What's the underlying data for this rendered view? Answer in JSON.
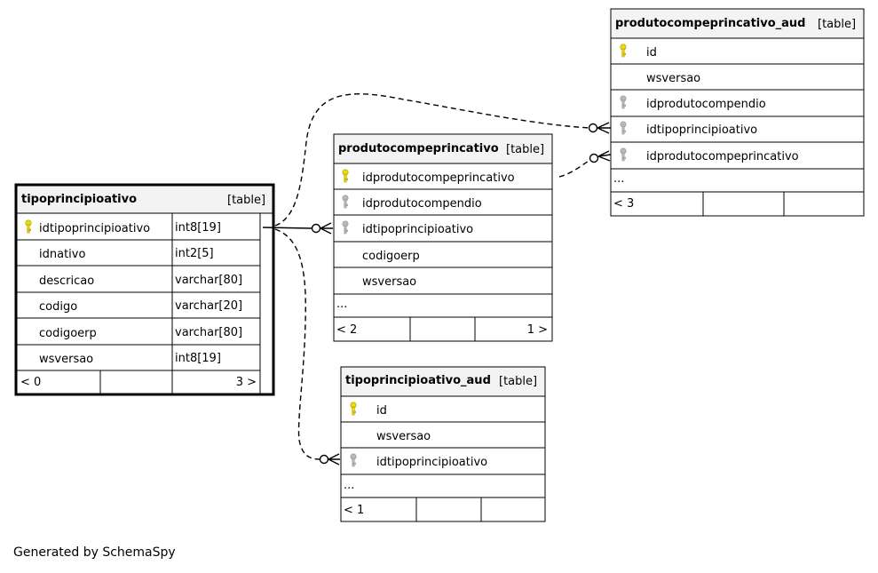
{
  "footer": "Generated by SchemaSpy",
  "tables": {
    "tipoprincipioativo": {
      "name": "tipoprincipioativo",
      "tag": "[table]",
      "columns": [
        {
          "name": "idtipoprincipioativo",
          "type": "int8[19]",
          "key": "primary"
        },
        {
          "name": "idnativo",
          "type": "int2[5]",
          "key": "none"
        },
        {
          "name": "descricao",
          "type": "varchar[80]",
          "key": "none"
        },
        {
          "name": "codigo",
          "type": "varchar[20]",
          "key": "none"
        },
        {
          "name": "codigoerp",
          "type": "varchar[80]",
          "key": "none"
        },
        {
          "name": "wsversao",
          "type": "int8[19]",
          "key": "none"
        }
      ],
      "footer": {
        "parents": "< 0",
        "middle": "",
        "children": "3 >"
      }
    },
    "produtocompeprincativo": {
      "name": "produtocompeprincativo",
      "tag": "[table]",
      "columns": [
        {
          "name": "idprodutocompeprincativo",
          "key": "primary"
        },
        {
          "name": "idprodutocompendio",
          "key": "foreign"
        },
        {
          "name": "idtipoprincipioativo",
          "key": "foreign"
        },
        {
          "name": "codigoerp",
          "key": "none"
        },
        {
          "name": "wsversao",
          "key": "none"
        }
      ],
      "more": "...",
      "footer": {
        "parents": "< 2",
        "middle": "",
        "children": "1 >"
      }
    },
    "produtocompeprincativo_aud": {
      "name": "produtocompeprincativo_aud",
      "tag": "[table]",
      "columns": [
        {
          "name": "id",
          "key": "primary"
        },
        {
          "name": "wsversao",
          "key": "none"
        },
        {
          "name": "idprodutocompendio",
          "key": "foreign"
        },
        {
          "name": "idtipoprincipioativo",
          "key": "foreign"
        },
        {
          "name": "idprodutocompeprincativo",
          "key": "foreign"
        }
      ],
      "more": "...",
      "footer": {
        "parents": "< 3",
        "middle": "",
        "children": ""
      }
    },
    "tipoprincipioativo_aud": {
      "name": "tipoprincipioativo_aud",
      "tag": "[table]",
      "columns": [
        {
          "name": "id",
          "key": "primary"
        },
        {
          "name": "wsversao",
          "key": "none"
        },
        {
          "name": "idtipoprincipioativo",
          "key": "foreign"
        }
      ],
      "more": "...",
      "footer": {
        "parents": "< 1",
        "middle": "",
        "children": ""
      }
    }
  },
  "relationships": [
    {
      "from": "tipoprincipioativo.idtipoprincipioativo",
      "to": "produtocompeprincativo.idtipoprincipioativo",
      "style": "solid"
    },
    {
      "from": "tipoprincipioativo.idtipoprincipioativo",
      "to": "produtocompeprincativo_aud.idtipoprincipioativo",
      "style": "dashed"
    },
    {
      "from": "tipoprincipioativo.idtipoprincipioativo",
      "to": "tipoprincipioativo_aud.idtipoprincipioativo",
      "style": "dashed"
    },
    {
      "from": "produtocompeprincativo.idprodutocompeprincativo",
      "to": "produtocompeprincativo_aud.idprodutocompeprincativo",
      "style": "dashed"
    }
  ],
  "colors": {
    "header_bg": "#f3f3f3",
    "primary_key": "#f0dc00",
    "foreign_key": "#b8b8b8",
    "line": "#000000"
  }
}
